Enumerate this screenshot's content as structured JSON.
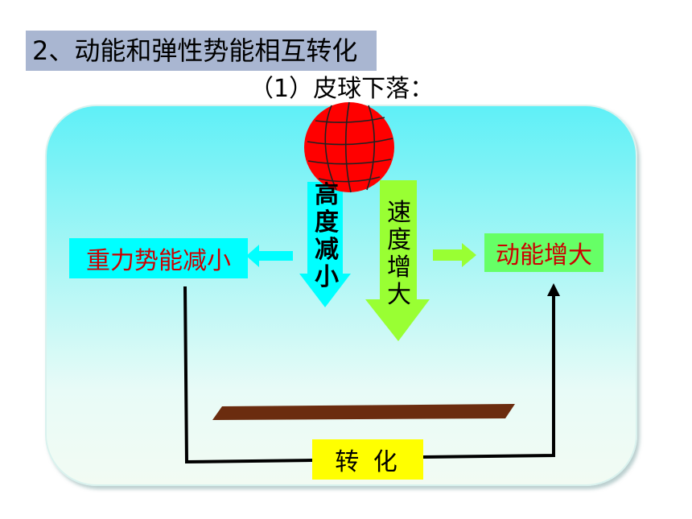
{
  "title": "2、动能和弹性势能相互转化",
  "subtitle": "（1）皮球下落：",
  "labels": {
    "potential_energy": "重力势能减小",
    "kinetic_energy": "动能增大",
    "conversion": "转 化",
    "height_decrease": [
      "高",
      "度",
      "减",
      "小"
    ],
    "speed_increase": [
      "速",
      "度",
      "增",
      "大"
    ]
  },
  "colors": {
    "title_bg": "#a9b6d1",
    "panel_top": "#5ff0f7",
    "panel_bottom": "#f2fbf3",
    "ball": "#ff0000",
    "cyan_arrow": "#00ffff",
    "green_arrow": "#99ff33",
    "pe_box": "#00ffff",
    "ke_box": "#66ff66",
    "conv_box": "#ffff00",
    "label_text": "#cc0000",
    "ground": "#6b2c0f"
  },
  "icons": [
    "basketball-icon",
    "down-arrow",
    "left-arrow",
    "right-arrow",
    "ground-plank"
  ]
}
